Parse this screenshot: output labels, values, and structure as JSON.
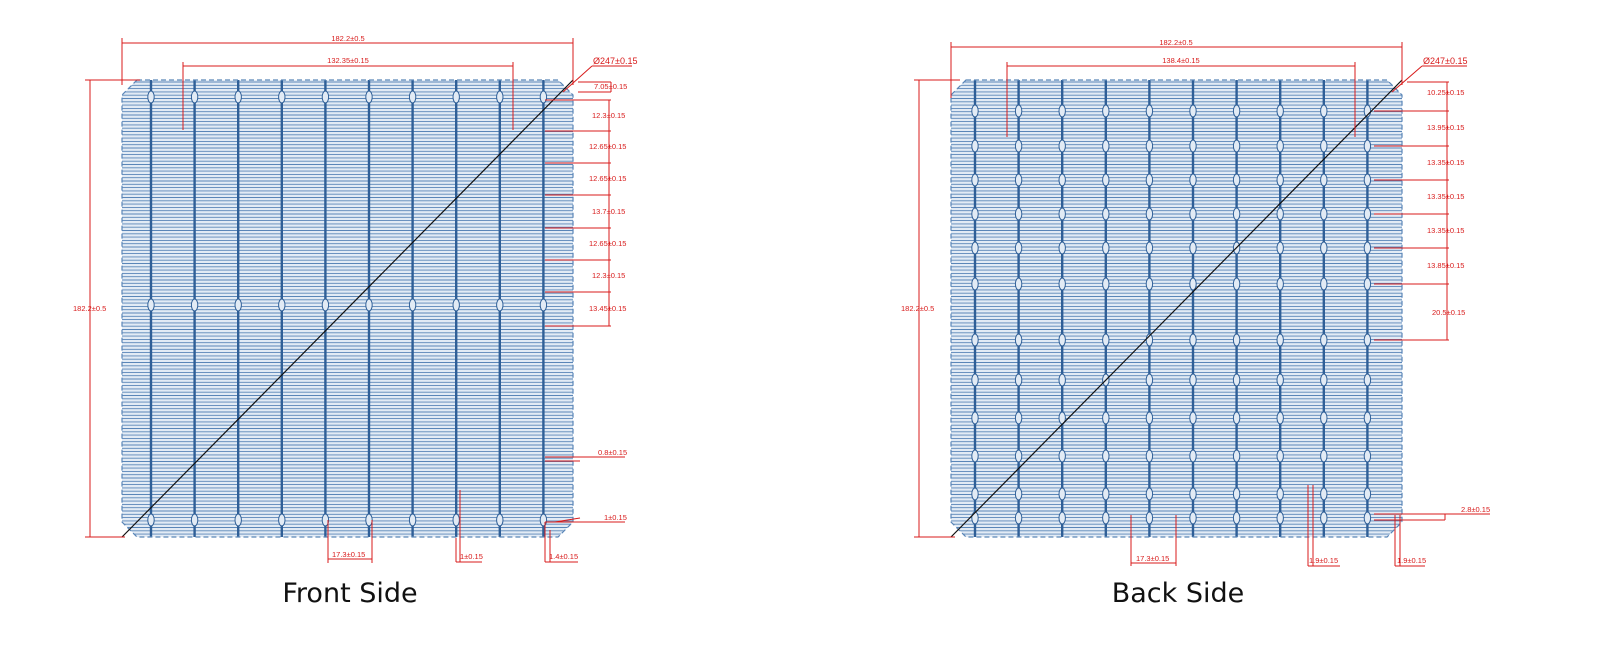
{
  "colors": {
    "cell_fill": "#e2ebf5",
    "fingers": "#5a86b8",
    "busbar": "#2f5f97",
    "dimension": "#d81b1b",
    "diagonal": "#111111"
  },
  "front": {
    "caption": "Front Side",
    "overall_width": "182.2±0.5",
    "overall_height": "182.2±0.5",
    "inner_span": "132.35±0.15",
    "diameter": "Ø247±0.15",
    "right_dims": [
      "7.05±0.15",
      "12.3±0.15",
      "12.65±0.15",
      "12.65±0.15",
      "13.7±0.15",
      "12.65±0.15",
      "12.3±0.15",
      "13.45±0.15"
    ],
    "right_lower_dims": [
      "0.8±0.15",
      "1±0.15"
    ],
    "bottom_dims": [
      "17.3±0.15",
      "1±0.15",
      "1.4±0.15"
    ]
  },
  "back": {
    "caption": "Back Side",
    "overall_width": "182.2±0.5",
    "overall_height": "182.2±0.5",
    "inner_span": "138.4±0.15",
    "diameter": "Ø247±0.15",
    "right_dims": [
      "10.25±0.15",
      "13.95±0.15",
      "13.35±0.15",
      "13.35±0.15",
      "13.35±0.15",
      "13.85±0.15",
      "20.5±0.15"
    ],
    "right_lower_dims": [
      "2.8±0.15"
    ],
    "bottom_dims": [
      "17.3±0.15",
      "1.9±0.15",
      "1.9±0.15"
    ]
  }
}
